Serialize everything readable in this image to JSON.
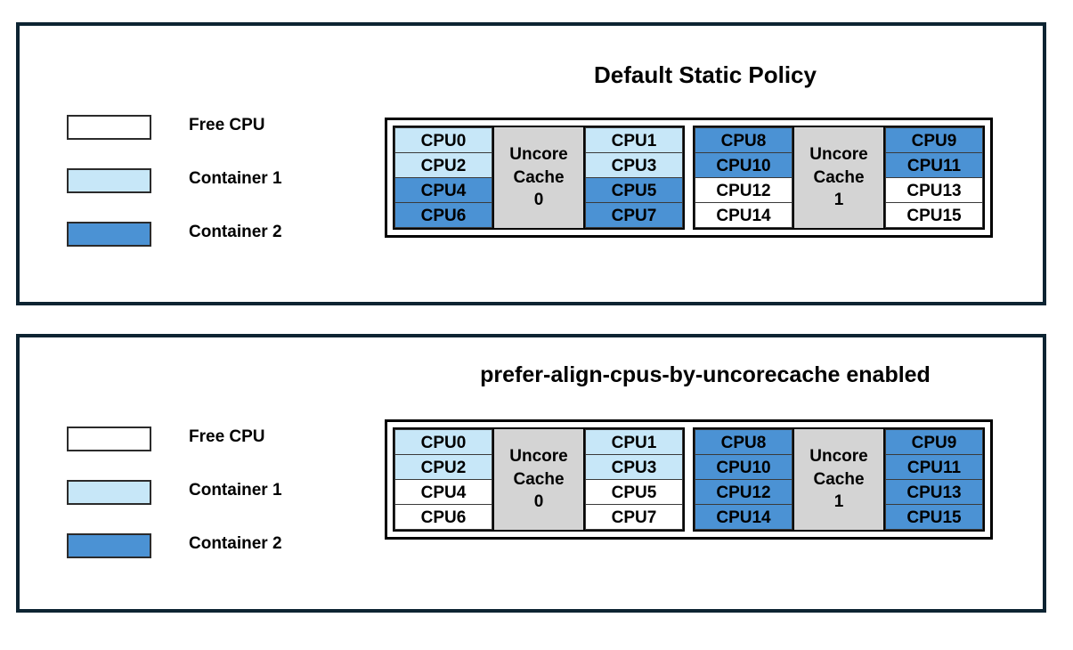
{
  "colors": {
    "free_cpu": "#ffffff",
    "container_1": "#c7e7f8",
    "container_2": "#4b92d4",
    "uncore_cache": "#d4d4d4",
    "panel_border": "#0d2432",
    "cell_border": "#000000"
  },
  "legend_labels": {
    "free": "Free CPU",
    "container1": "Container 1",
    "container2": "Container 2"
  },
  "panels": [
    {
      "title": "Default Static Policy",
      "legend": [
        {
          "label": "Free CPU",
          "fill": "free"
        },
        {
          "label": "Container 1",
          "fill": "c1"
        },
        {
          "label": "Container 2",
          "fill": "c2"
        }
      ],
      "sockets": [
        {
          "uncore_line1": "Uncore",
          "uncore_line2": "Cache",
          "uncore_id": "0",
          "left_column": [
            {
              "label": "CPU0",
              "fill": "c1"
            },
            {
              "label": "CPU2",
              "fill": "c1"
            },
            {
              "label": "CPU4",
              "fill": "c2"
            },
            {
              "label": "CPU6",
              "fill": "c2"
            }
          ],
          "right_column": [
            {
              "label": "CPU1",
              "fill": "c1"
            },
            {
              "label": "CPU3",
              "fill": "c1"
            },
            {
              "label": "CPU5",
              "fill": "c2"
            },
            {
              "label": "CPU7",
              "fill": "c2"
            }
          ]
        },
        {
          "uncore_line1": "Uncore",
          "uncore_line2": "Cache",
          "uncore_id": "1",
          "left_column": [
            {
              "label": "CPU8",
              "fill": "c2"
            },
            {
              "label": "CPU10",
              "fill": "c2"
            },
            {
              "label": "CPU12",
              "fill": "free"
            },
            {
              "label": "CPU14",
              "fill": "free"
            }
          ],
          "right_column": [
            {
              "label": "CPU9",
              "fill": "c2"
            },
            {
              "label": "CPU11",
              "fill": "c2"
            },
            {
              "label": "CPU13",
              "fill": "free"
            },
            {
              "label": "CPU15",
              "fill": "free"
            }
          ]
        }
      ]
    },
    {
      "title": "prefer-align-cpus-by-uncorecache enabled",
      "legend": [
        {
          "label": "Free CPU",
          "fill": "free"
        },
        {
          "label": "Container 1",
          "fill": "c1"
        },
        {
          "label": "Container 2",
          "fill": "c2"
        }
      ],
      "sockets": [
        {
          "uncore_line1": "Uncore",
          "uncore_line2": "Cache",
          "uncore_id": "0",
          "left_column": [
            {
              "label": "CPU0",
              "fill": "c1"
            },
            {
              "label": "CPU2",
              "fill": "c1"
            },
            {
              "label": "CPU4",
              "fill": "free"
            },
            {
              "label": "CPU6",
              "fill": "free"
            }
          ],
          "right_column": [
            {
              "label": "CPU1",
              "fill": "c1"
            },
            {
              "label": "CPU3",
              "fill": "c1"
            },
            {
              "label": "CPU5",
              "fill": "free"
            },
            {
              "label": "CPU7",
              "fill": "free"
            }
          ]
        },
        {
          "uncore_line1": "Uncore",
          "uncore_line2": "Cache",
          "uncore_id": "1",
          "left_column": [
            {
              "label": "CPU8",
              "fill": "c2"
            },
            {
              "label": "CPU10",
              "fill": "c2"
            },
            {
              "label": "CPU12",
              "fill": "c2"
            },
            {
              "label": "CPU14",
              "fill": "c2"
            }
          ],
          "right_column": [
            {
              "label": "CPU9",
              "fill": "c2"
            },
            {
              "label": "CPU11",
              "fill": "c2"
            },
            {
              "label": "CPU13",
              "fill": "c2"
            },
            {
              "label": "CPU15",
              "fill": "c2"
            }
          ]
        }
      ]
    }
  ]
}
